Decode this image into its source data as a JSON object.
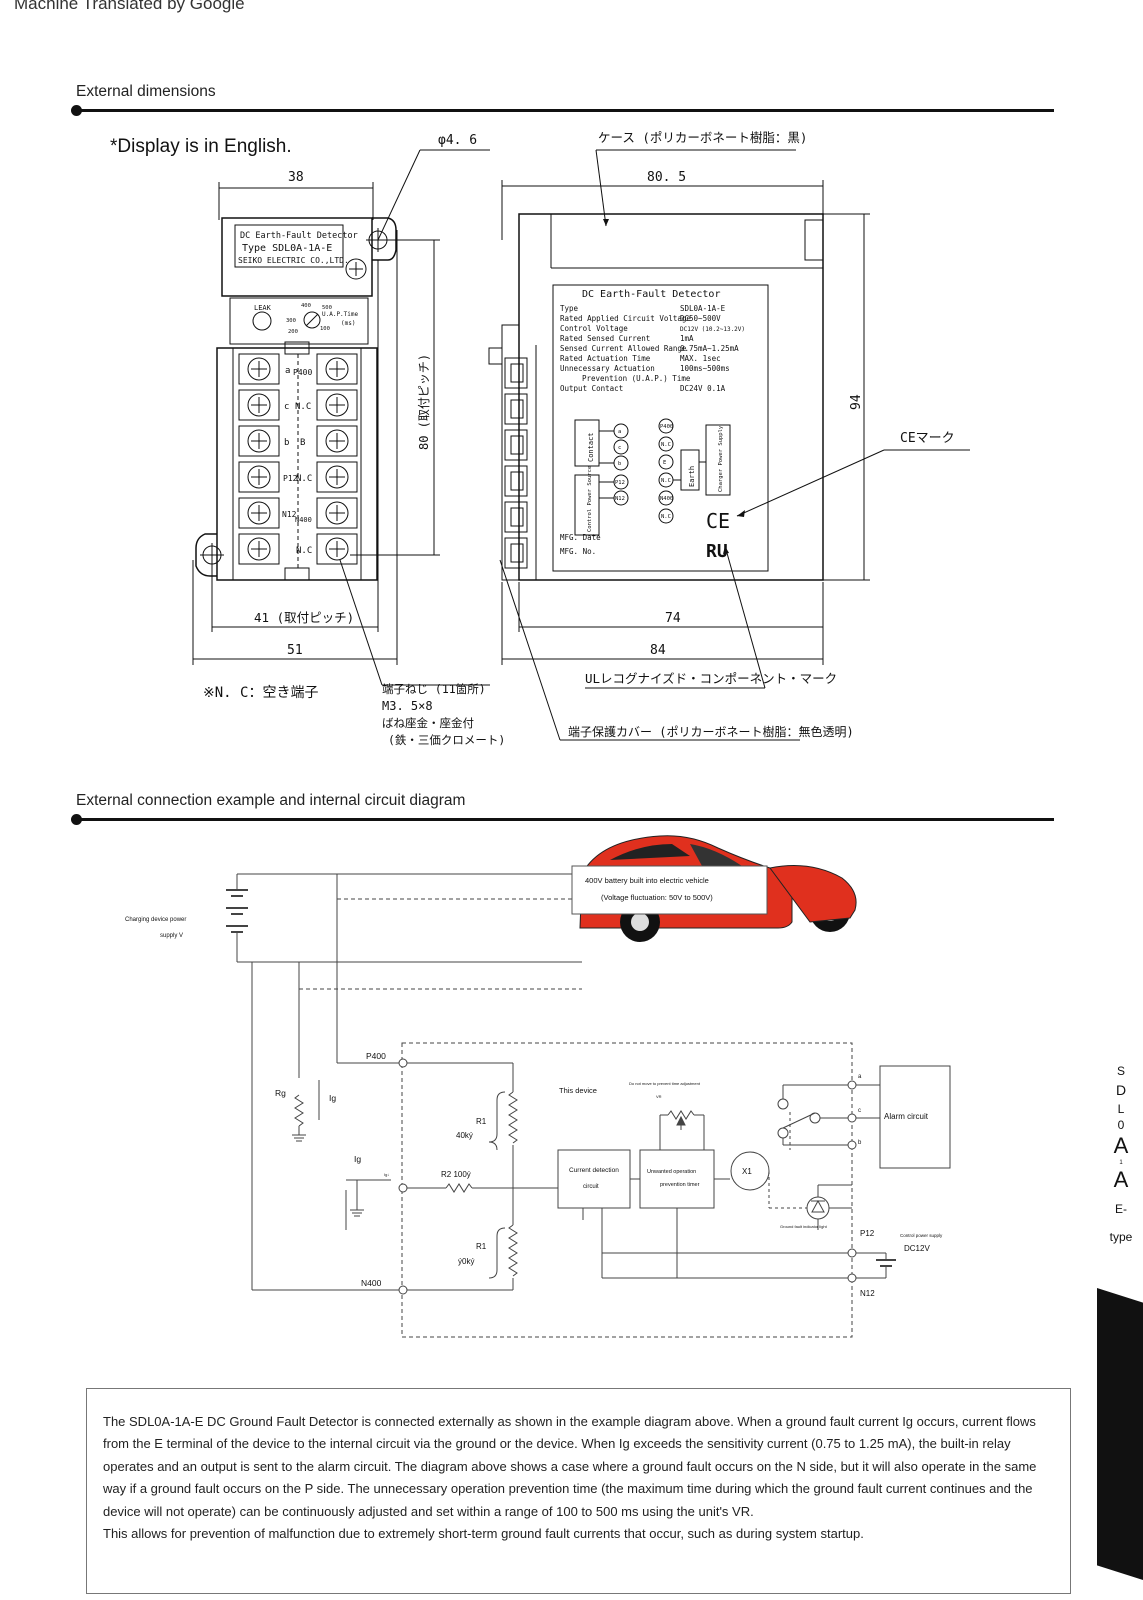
{
  "header": {
    "note": "Machine Translated by Google"
  },
  "section1": {
    "title": "External dimensions",
    "display_note": "*Display is in English.",
    "front": {
      "plate_lines": [
        "DC Earth-Fault Detector",
        "Type SDL0A-1A-E",
        "SEIKO ELECTRIC CO.,LTD."
      ],
      "leak_label": "LEAK",
      "dial_labels": [
        "400",
        "500",
        "300",
        "200",
        "100"
      ],
      "uap_label": "U.A.P.Time",
      "uap_unit": "(ms)",
      "terminal_labels": [
        "a",
        "P400",
        "c",
        "N.C",
        "b",
        "B",
        "P12",
        "N.C",
        "N12",
        "N400",
        "N.C"
      ],
      "dim_top": "38",
      "dim_height": "80 (取付ピッチ)",
      "dim_pitch": "41 (取付ピッチ)",
      "dim_bottom": "51",
      "nc_note": "※N. C：空き端子"
    },
    "side": {
      "hole_dim": "φ4. 6",
      "case_note": "ケース (ポリカーボネート樹脂：黒)",
      "dim_top": "80. 5",
      "dim_height": "94",
      "dim_inner": "74",
      "dim_bottom": "84",
      "ce_note": "CEマーク",
      "ul_note": "ULレコグナイズド・コンポーネント・マーク",
      "screw_note": [
        "端子ねじ (11箇所)",
        "M3. 5×8",
        "ばね座金・座金付",
        "(鉄・三価クロメート)"
      ],
      "cover_note": "端子保護カバー (ポリカーボネート樹脂：無色透明)",
      "label_title": "DC Earth-Fault Detector",
      "label_rows": [
        {
          "k": "Type",
          "v": "SDL0A-1A-E"
        },
        {
          "k": "Rated Applied Circuit Voltage",
          "v": "DC50~500V"
        },
        {
          "k": "Control Voltage",
          "v": "DC12V (10.2~13.2V)"
        },
        {
          "k": "Rated Sensed Current",
          "v": "1mA"
        },
        {
          "k": "Sensed Current Allowed Range",
          "v": "0.75mA~1.25mA"
        },
        {
          "k": "Rated Actuation Time",
          "v": "MAX. 1sec"
        },
        {
          "k": "Unnecessary Actuation",
          "v": "100ms~500ms"
        },
        {
          "k": "Prevention (U.A.P.) Time",
          "v": ""
        },
        {
          "k": "Output Contact",
          "v": "DC24V 0.1A"
        }
      ],
      "contact_label": "Contact",
      "power_label": "Control Power Source",
      "earth_label": "Earth",
      "charger_label": "Charger Power Supply",
      "circle_labels": [
        "a",
        "c",
        "b",
        "P12",
        "N12",
        "P400",
        "N.C",
        "E",
        "N.C",
        "N400",
        "N.C"
      ],
      "ce_mark": "CE",
      "ul_mark": "RU",
      "mfg_date": "MFG. Date",
      "mfg_no": "MFG. No."
    }
  },
  "section2": {
    "title": "External connection example and internal circuit diagram",
    "battery_label": "Charging device power",
    "battery_label2": "supply V",
    "vehicle_label": "400V battery built into electric vehicle",
    "vehicle_label2": "(Voltage fluctuation: 50V to 500V)",
    "rg": "Rg",
    "ig": "Ig",
    "ig2": "Ig",
    "ig_small": "Ig↓",
    "p400": "P400",
    "n400": "N400",
    "r1_top": "R1",
    "r1_top_val": "40ký",
    "r2": "R2 100ý",
    "r1_bot": "R1",
    "r1_bot_val": "ý0ký",
    "this_device": "This device",
    "vr_note": "Do not move to prevent time adjustment",
    "vr": "VR",
    "detect_1": "Current detection",
    "detect_2": "circuit",
    "timer_1": "Unwanted operation",
    "timer_2": "prevention timer",
    "relay": "X1",
    "contact_a": "a",
    "contact_c": "c",
    "contact_b": "b",
    "alarm": "Alarm circuit",
    "led_note": "Ground fault indicator light",
    "p12": "P12",
    "n12": "N12",
    "ctrl_1": "Control power supply",
    "ctrl_2": "DC12V"
  },
  "description": {
    "para1": "The SDL0A-1A-E DC Ground Fault Detector is connected externally as shown in the example diagram above. When a ground fault current Ig occurs, current flows from the E terminal of the device to the internal circuit via the ground or the device. When Ig exceeds the sensitivity current (0.75 to 1.25 mA), the built-in relay operates and an output is sent to the alarm circuit. The diagram above shows a case where a ground fault occurs on the N side, but it will also operate in the same way if a ground fault occurs on the P side. The unnecessary operation prevention time (the maximum time during which the ground fault current continues and the device will not operate) can be continuously adjusted and set within a range of 100 to 500 ms using the unit's VR.",
    "para2": "This allows for prevention of malfunction due to extremely short-term ground fault currents that occur, such as during system startup."
  },
  "side_tab": {
    "chars": [
      "S",
      "D",
      "L",
      "0",
      "A",
      "1",
      "A",
      "E-",
      "type"
    ]
  }
}
